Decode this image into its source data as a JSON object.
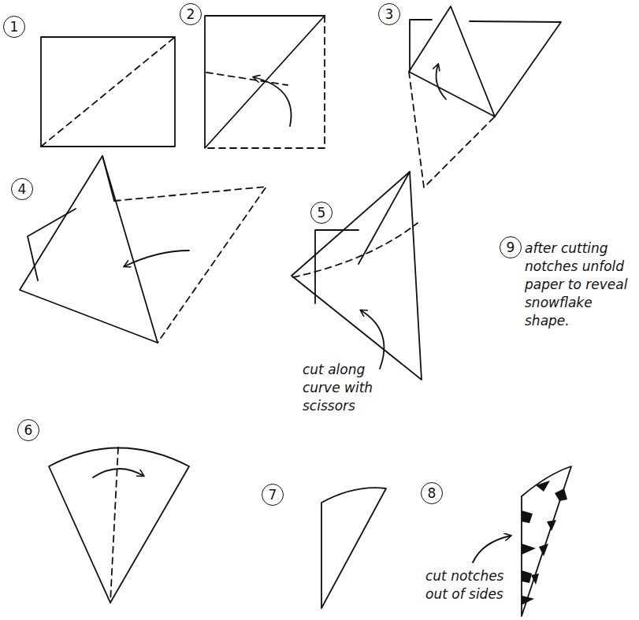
{
  "diagram": {
    "labels": [
      "1",
      "2",
      "3",
      "4",
      "5",
      "6",
      "7",
      "8",
      "9",
      "cut along curve with scissors",
      "after cutting notches unfold paper to reveal snowflake shape.",
      "cut notches out of sides"
    ]
  }
}
